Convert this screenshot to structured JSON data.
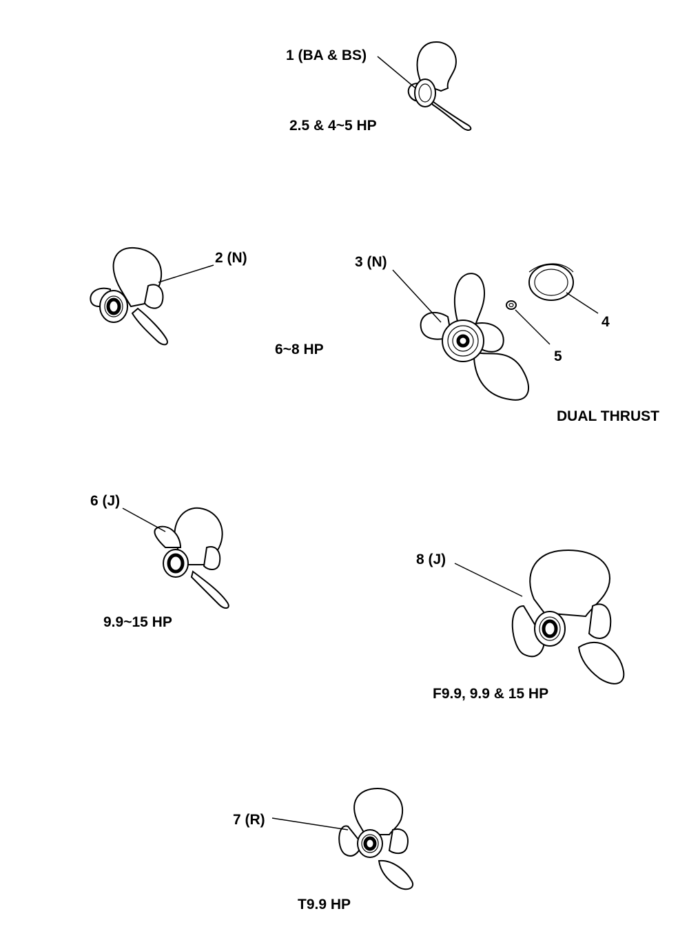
{
  "parts": {
    "p1": "1 (BA & BS)",
    "p2": "2 (N)",
    "p3": "3 (N)",
    "p4": "4",
    "p5": "5",
    "p6": "6 (J)",
    "p7": "7 (R)",
    "p8": "8 (J)"
  },
  "models": {
    "m1": "2.5 & 4~5 HP",
    "m2": "6~8 HP",
    "m3": "DUAL THRUST",
    "m4": "9.9~15 HP",
    "m5": "F9.9, 9.9 & 15 HP",
    "m6": "T9.9 HP"
  }
}
